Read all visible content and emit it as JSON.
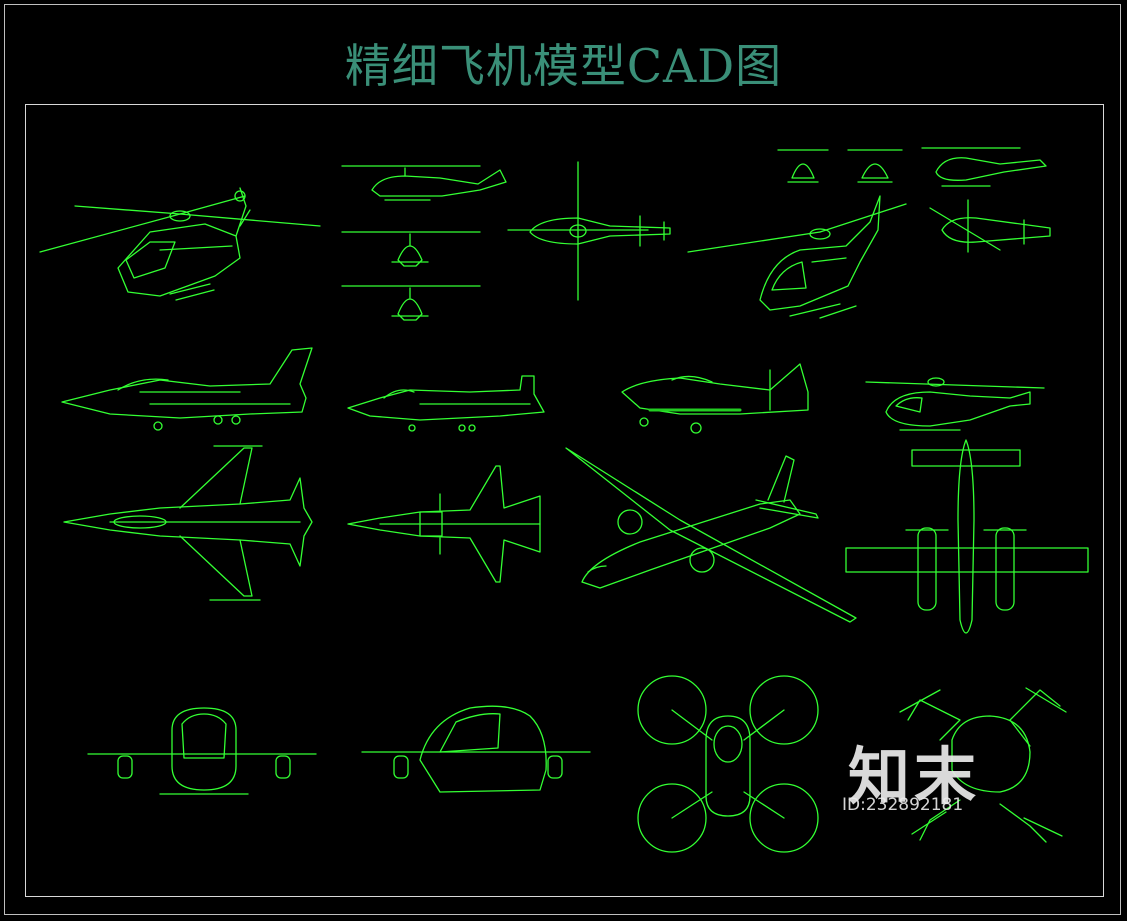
{
  "title": "精细飞机模型CAD图",
  "watermark": {
    "logo": "知末",
    "id_label": "ID:232892181"
  },
  "colors": {
    "background": "#000000",
    "line_green": "#33ff33",
    "title_teal": "#3a8f78",
    "frame_gray": "#d8d8d8"
  },
  "drawings": [
    "helicopter-perspective",
    "helicopter-orthographic-views",
    "helicopter-top-view",
    "small-helicopter-views",
    "helicopter-side-perspective",
    "fighter-jet-side",
    "fighter-jet-2-side",
    "trainer-plane-side",
    "light-helicopter-side",
    "fighter-jet-top",
    "fighter-jet-2-top",
    "turboprop-perspective",
    "twin-prop-top",
    "passenger-drone-front",
    "passenger-drone-side",
    "quad-drone-top",
    "quad-drone-perspective"
  ]
}
